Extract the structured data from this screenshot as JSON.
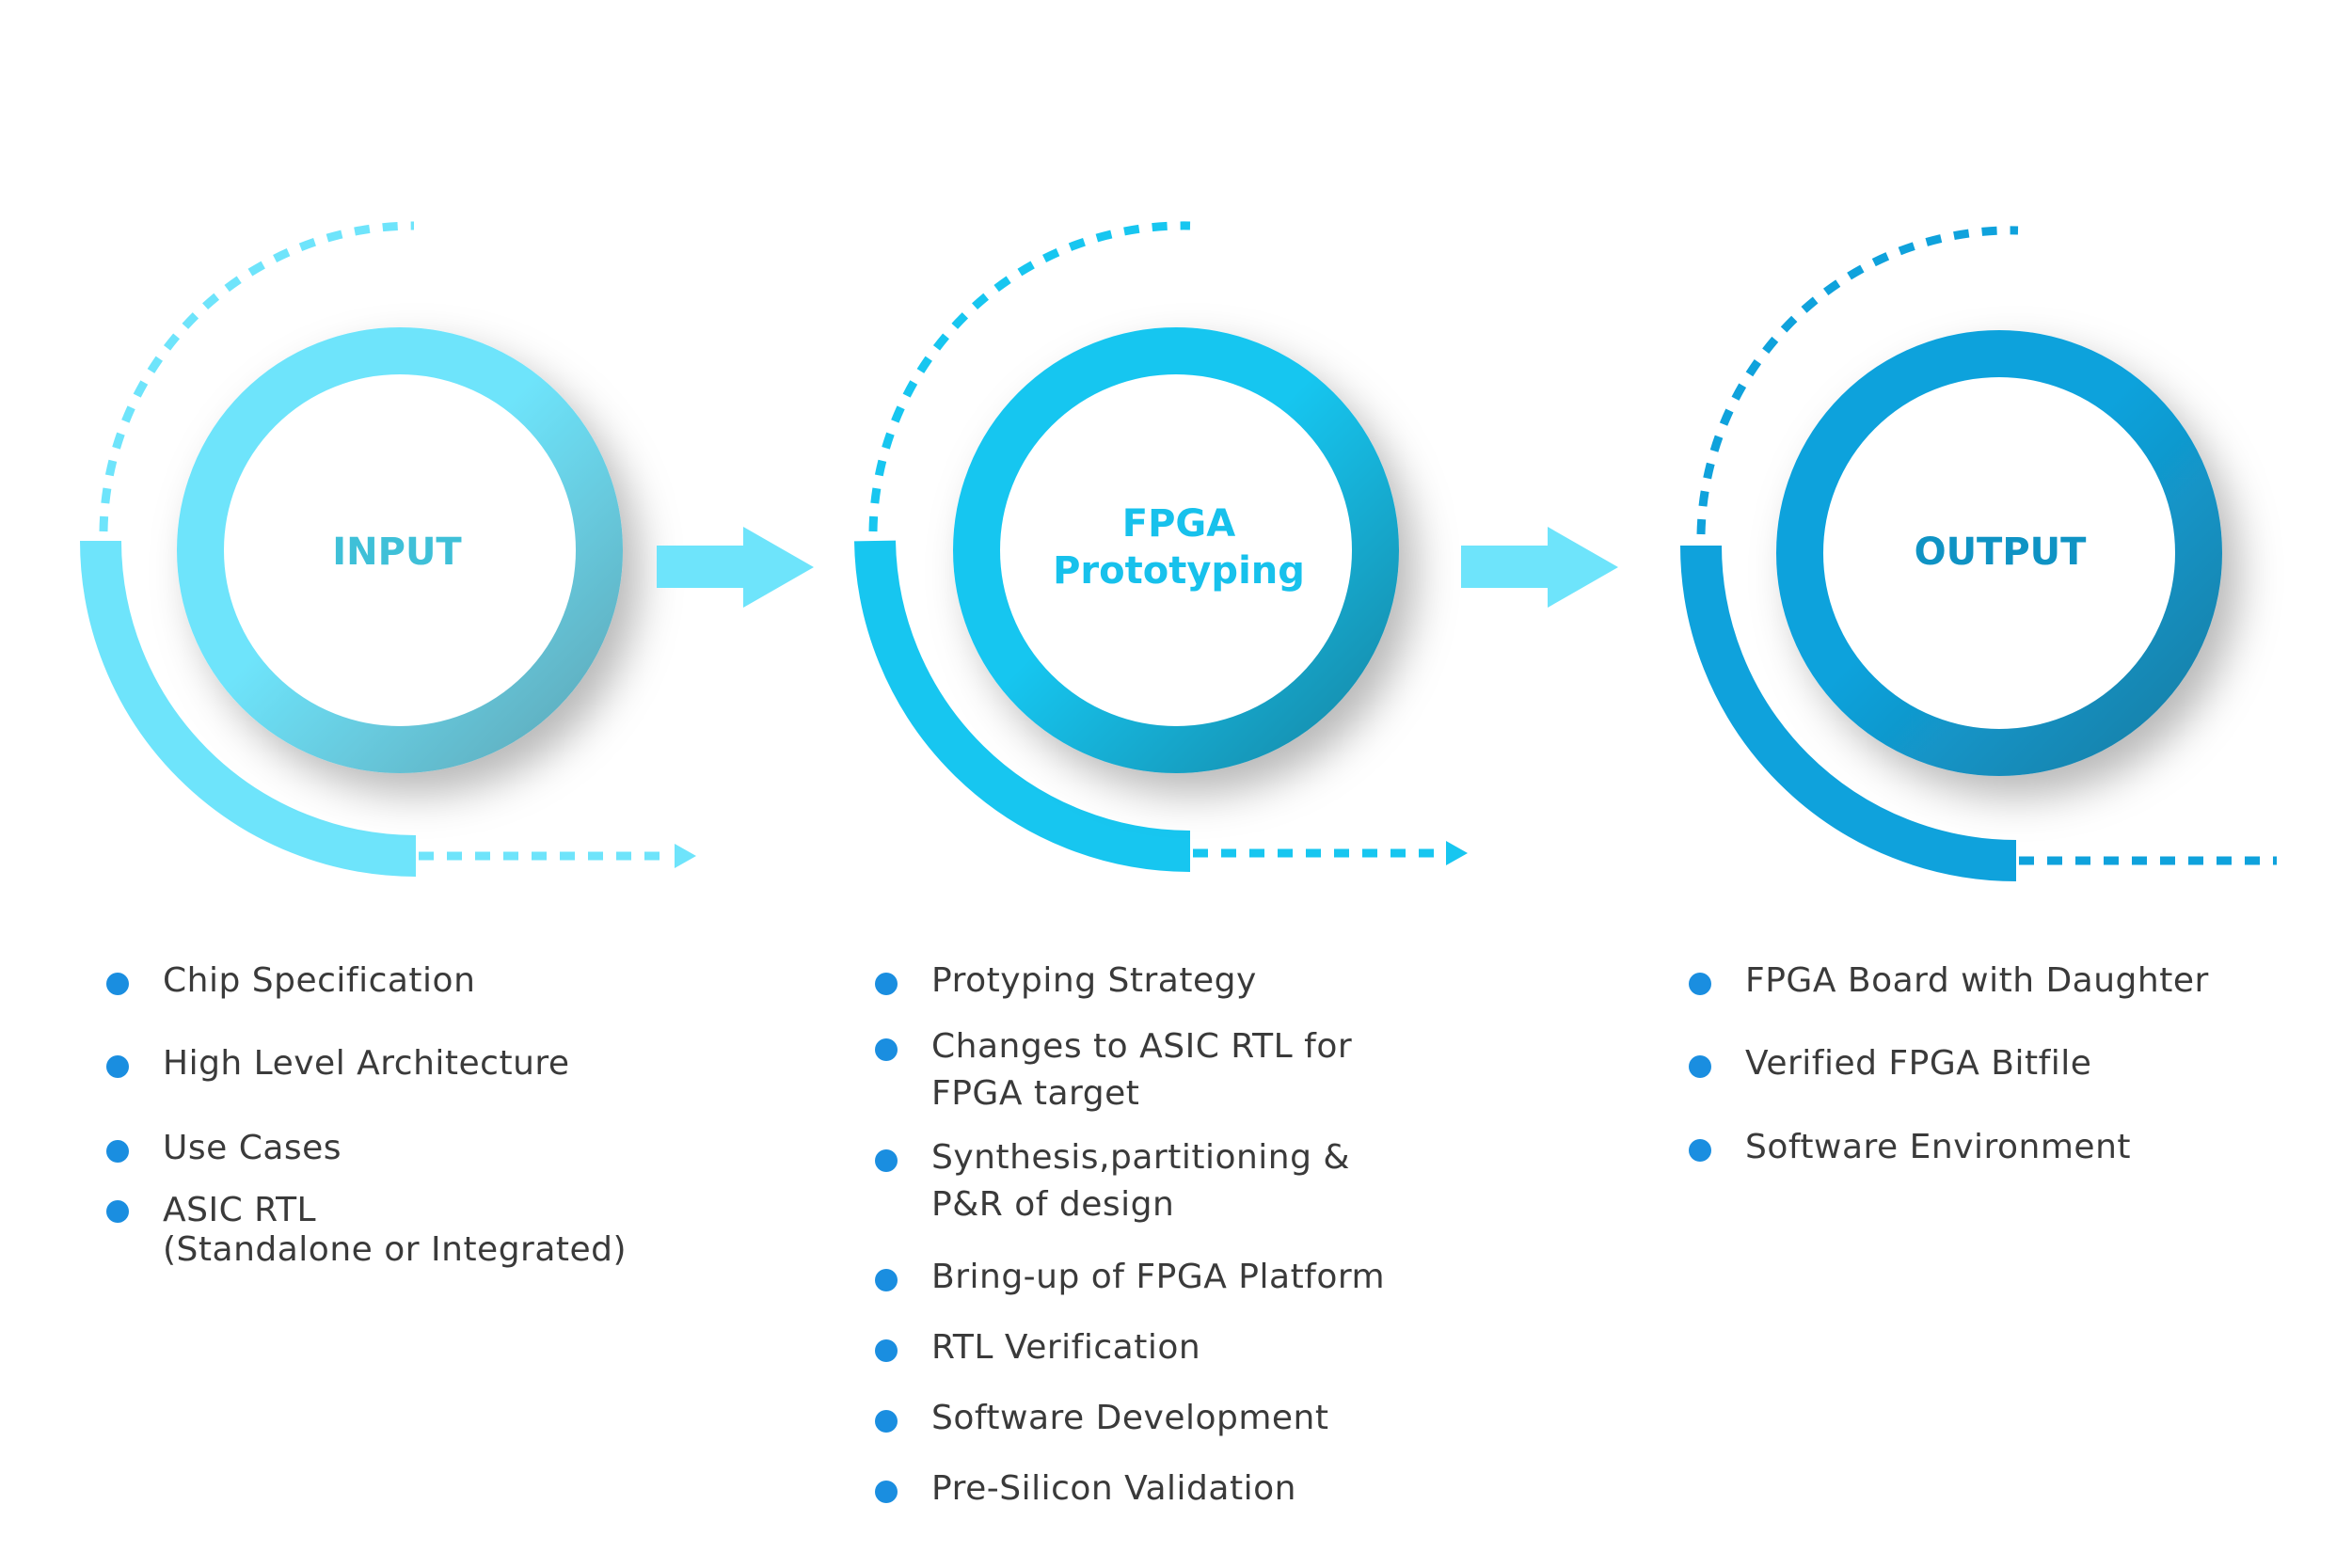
{
  "colors": {
    "input_light": "#6ee4fb",
    "input_dark": "#5ea8b8",
    "fpga_light": "#17c6f0",
    "fpga_dark": "#1889a8",
    "output_light": "#0fa2dc",
    "output_dark": "#177ea5",
    "arrow": "#6ee4fb",
    "bullet": "#1a8ee0",
    "text": "#3a3a3a",
    "input_label": "#3fc0d8",
    "fpga_label": "#17c1ec",
    "output_label": "#0f93c4"
  },
  "stages": [
    {
      "label_lines": [
        "INPUT"
      ],
      "items": [
        "Chip Specification",
        "High Level Architecture",
        "Use Cases",
        "ASIC RTL\n(Standalone or Integrated)"
      ]
    },
    {
      "label_lines": [
        "FPGA",
        "Prototyping"
      ],
      "items": [
        "Protyping Strategy",
        "Changes to ASIC RTL for\nFPGA target",
        "Synthesis,partitioning &\nP&R of design",
        "Bring-up of FPGA Platform",
        "RTL Verification",
        "Software Development",
        "Pre-Silicon Validation"
      ]
    },
    {
      "label_lines": [
        "OUTPUT"
      ],
      "items": [
        "FPGA Board with Daughter",
        "Verified FPGA Bitfile",
        "Software Environment"
      ]
    }
  ]
}
